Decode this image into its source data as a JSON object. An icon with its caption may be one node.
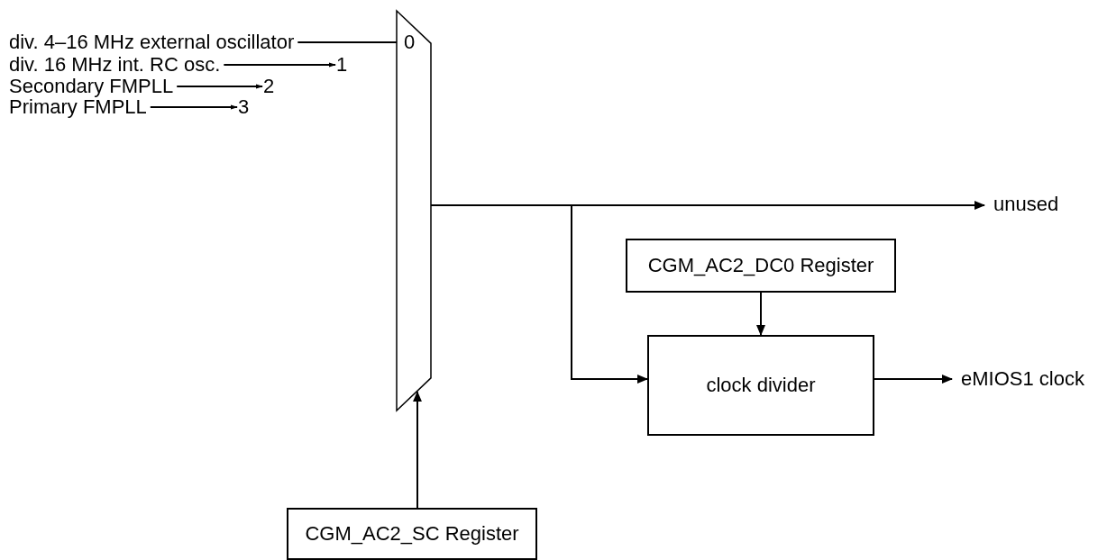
{
  "diagram": {
    "nodes": [
      {
        "text": [],
        "shape": "trapezoid"
      },
      {
        "text": [
          "div. 4–16 MHz external oscillator"
        ]
      },
      {
        "text": [
          "div. 16 MHz int. RC osc."
        ]
      },
      {
        "text": [
          "Secondary FMPLL"
        ]
      },
      {
        "text": [
          "Primary FMPLL"
        ]
      },
      {
        "text": [
          "0"
        ],
        "in": 0
      },
      {
        "text": [
          "1"
        ]
      },
      {
        "text": [
          "2"
        ]
      },
      {
        "text": [
          "3"
        ]
      },
      {
        "text": [
          "unused"
        ]
      },
      {
        "text": [
          "CGM_AC2_DC0 Register"
        ]
      },
      {
        "text": [
          "clock divider"
        ]
      },
      {
        "text": [
          "eMIOS1 clock"
        ]
      },
      {
        "text": [
          "CGM_AC2_SC Register"
        ]
      }
    ],
    "edges": [
      {
        "from": 1,
        "to": 5,
        "arrow": "to"
      },
      {
        "from": 2,
        "to": 6,
        "arrow": "to"
      },
      {
        "from": 3,
        "to": 7,
        "arrow": "to"
      },
      {
        "from": 4,
        "to": 8,
        "arrow": "to"
      },
      {
        "from": 0,
        "to": 9,
        "arrow": "to"
      },
      {
        "from": 0,
        "to": 11,
        "arrow": "to"
      },
      {
        "from": 10,
        "to": 11,
        "arrow": "to"
      },
      {
        "from": 11,
        "to": 12,
        "arrow": "to"
      },
      {
        "from": 13,
        "to": 0,
        "arrow": "to"
      }
    ]
  }
}
